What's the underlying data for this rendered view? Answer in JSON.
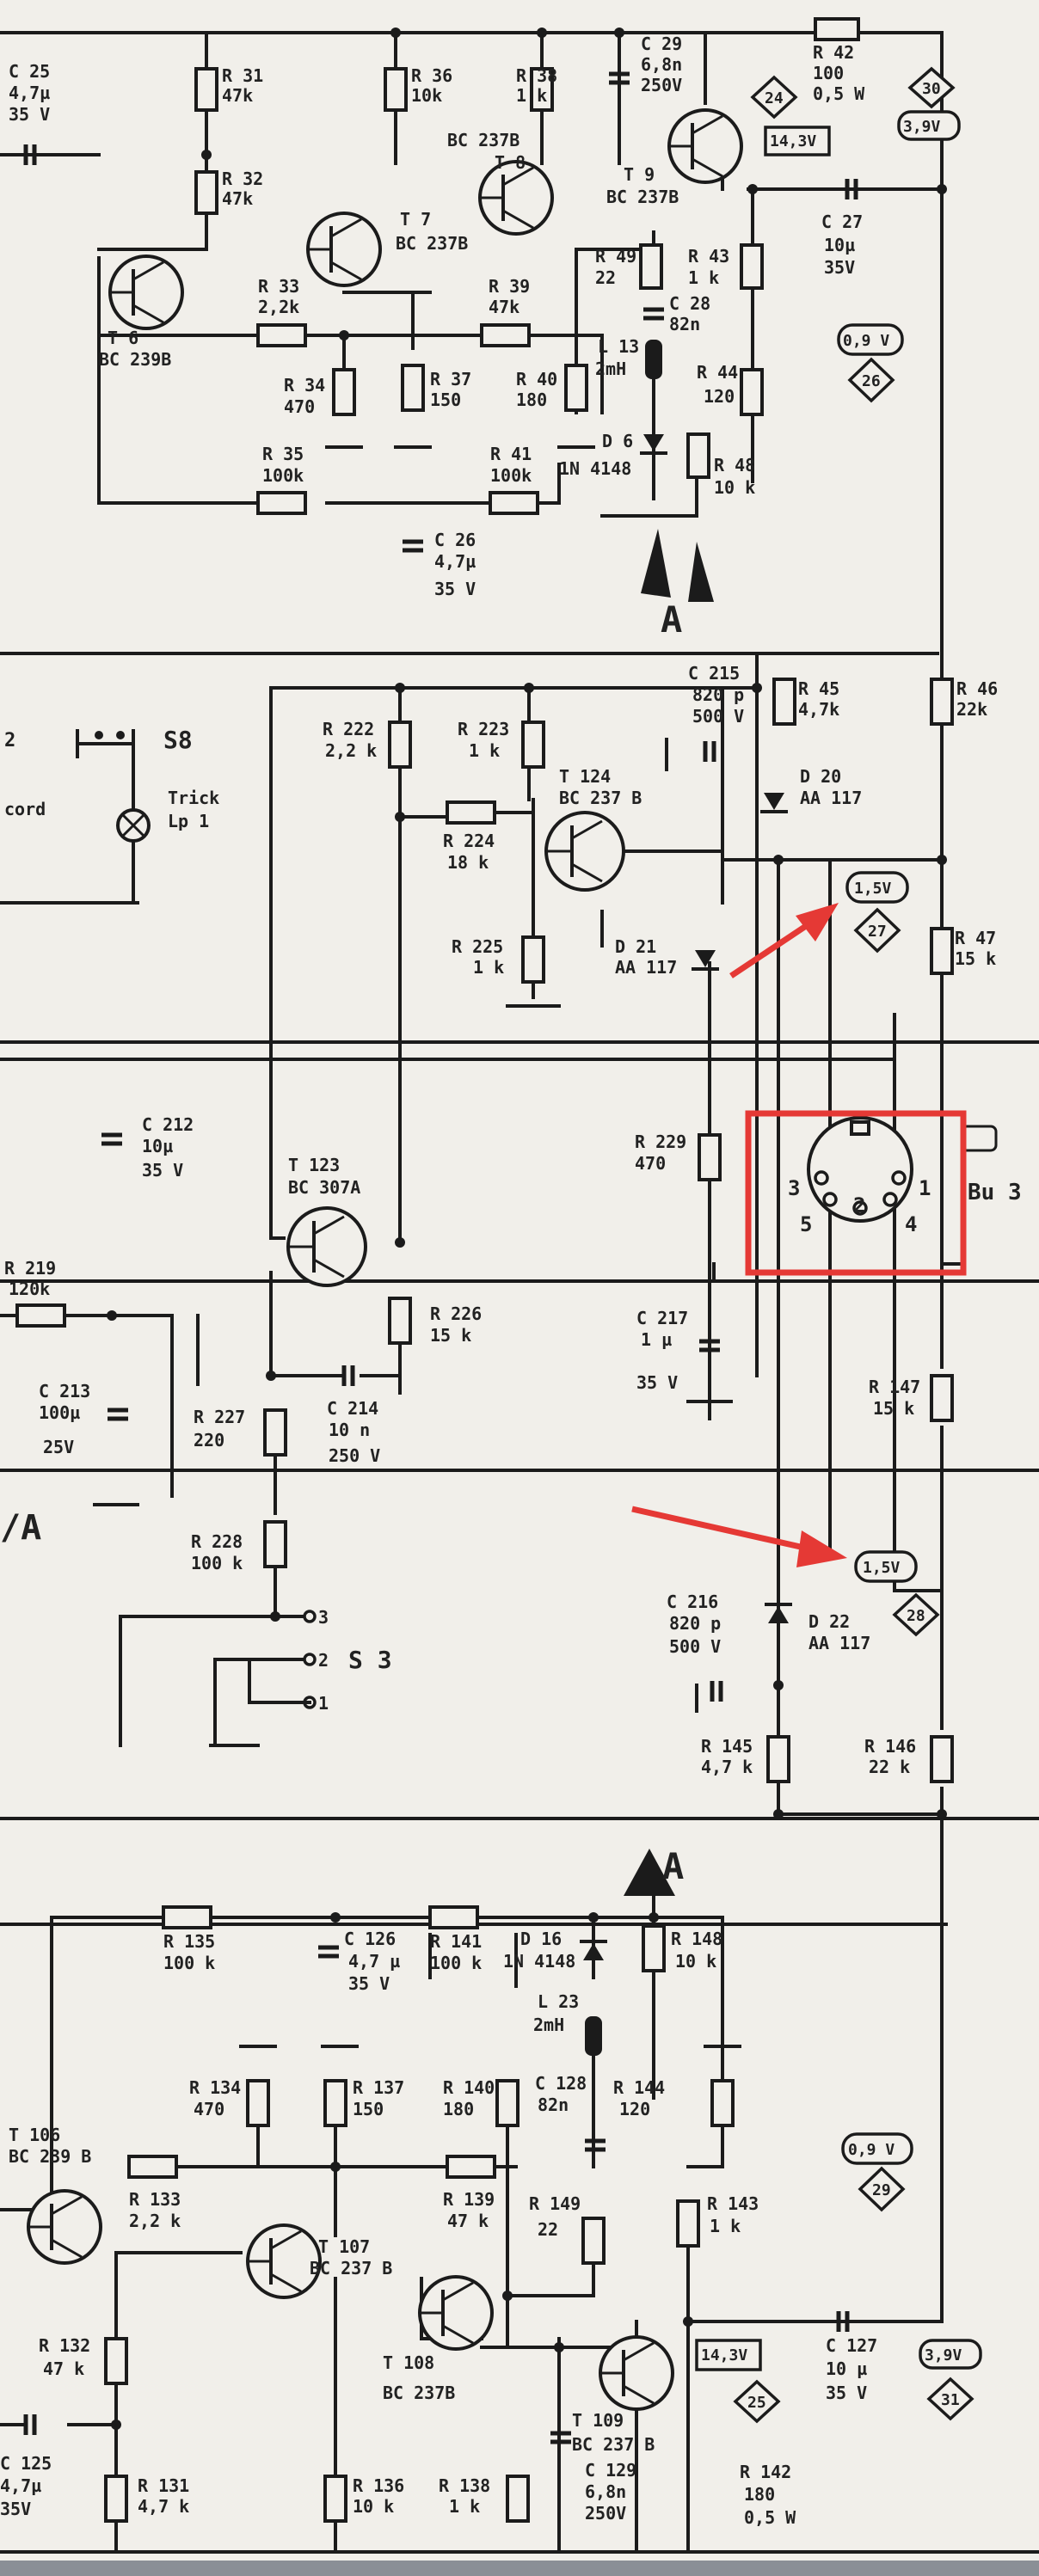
{
  "components": {
    "c25": [
      "C 25",
      "4,7µ",
      "35 V"
    ],
    "r31": [
      "R 31",
      "47k"
    ],
    "r32": [
      "R 32",
      "47k"
    ],
    "r36": [
      "R 36",
      "10k"
    ],
    "r38": [
      "R 38",
      "1 k"
    ],
    "c29": [
      "C 29",
      "6,8n",
      "250V"
    ],
    "r42": [
      "R 42",
      "100",
      "0,5 W"
    ],
    "t8": [
      "BC 237B",
      "T 8"
    ],
    "t9": [
      "T 9",
      "BC 237B"
    ],
    "t7": [
      "T 7",
      "BC 237B"
    ],
    "t6": [
      "T 6",
      "BC 239B"
    ],
    "r33": [
      "R 33",
      "2,2k"
    ],
    "r39": [
      "R 39",
      "47k"
    ],
    "r49": [
      "R 49",
      "22"
    ],
    "r43": [
      "R 43",
      "1 k"
    ],
    "c28": [
      "C 28",
      "82n"
    ],
    "c27": [
      "C 27",
      "10µ",
      "35V"
    ],
    "r34": [
      "R 34",
      "470"
    ],
    "r37": [
      "R 37",
      "150"
    ],
    "r40": [
      "R 40",
      "180"
    ],
    "l13": [
      "L 13",
      "2mH"
    ],
    "r44": [
      "R 44",
      "120"
    ],
    "d6": [
      "D 6",
      "1N 4148"
    ],
    "r48": [
      "R 48",
      "10 k"
    ],
    "r35": [
      "R 35",
      "100k"
    ],
    "r41": [
      "R 41",
      "100k"
    ],
    "c26": [
      "C 26",
      "4,7µ",
      "35 V"
    ],
    "c215": [
      "C 215",
      "820 p",
      "500 V"
    ],
    "r45": [
      "R 45",
      "4,7k"
    ],
    "r46": [
      "R 46",
      "22k"
    ],
    "r222": [
      "R 222",
      "2,2 k"
    ],
    "r223": [
      "R 223",
      "1 k"
    ],
    "t124": [
      "T 124",
      "BC 237 B"
    ],
    "d20": [
      "D 20",
      "AA 117"
    ],
    "r224": [
      "R 224",
      "18 k"
    ],
    "r225": [
      "R 225",
      "1 k"
    ],
    "d21": [
      "D 21",
      "AA 117"
    ],
    "r47": [
      "R 47",
      "15 k"
    ],
    "s8": [
      "S8"
    ],
    "lp1": [
      "Trick",
      "Lp 1"
    ],
    "c212": [
      "C 212",
      "10µ",
      "35 V"
    ],
    "t123": [
      "T 123",
      "BC 307A"
    ],
    "r229": [
      "R 229",
      "470"
    ],
    "r219": [
      "R 219",
      "120k"
    ],
    "r226": [
      "R 226",
      "15 k"
    ],
    "c217": [
      "C 217",
      "1 µ",
      "35 V"
    ],
    "r147": [
      "R 147",
      "15 k"
    ],
    "c213": [
      "C 213",
      "100µ",
      "25V"
    ],
    "r227": [
      "R 227",
      "220"
    ],
    "c214": [
      "C 214",
      "10 n",
      "250 V"
    ],
    "r228": [
      "R 228",
      "100 k"
    ],
    "s3": [
      "S 3"
    ],
    "c216": [
      "C 216",
      "820 p",
      "500 V"
    ],
    "d22": [
      "D 22",
      "AA 117"
    ],
    "r145": [
      "R 145",
      "4,7 k"
    ],
    "r146": [
      "R 146",
      "22 k"
    ],
    "r135": [
      "R 135",
      "100 k"
    ],
    "c126": [
      "C 126",
      "4,7 µ",
      "35 V"
    ],
    "r141": [
      "R 141",
      "100 k"
    ],
    "d16": [
      "D 16",
      "1N 4148"
    ],
    "r148": [
      "R 148",
      "10 k"
    ],
    "l23": [
      "L 23",
      "2mH"
    ],
    "r134": [
      "R 134",
      "470"
    ],
    "r137": [
      "R 137",
      "150"
    ],
    "r140": [
      "R 140",
      "180"
    ],
    "c128": [
      "C 128",
      "82n"
    ],
    "r144": [
      "R 144",
      "120"
    ],
    "t106": [
      "T 106",
      "BC 239 B"
    ],
    "r133": [
      "R 133",
      "2,2 k"
    ],
    "r139": [
      "R 139",
      "47 k"
    ],
    "r149": [
      "R 149",
      "22"
    ],
    "r143": [
      "R 143",
      "1 k"
    ],
    "t107": [
      "T 107",
      "BC 237 B"
    ],
    "t108": [
      "T 108",
      "BC 237B"
    ],
    "r132": [
      "R 132",
      "47 k"
    ],
    "t109": [
      "T 109",
      "BC 237 B"
    ],
    "c127": [
      "C 127",
      "10 µ",
      "35 V"
    ],
    "c125": [
      "C 125",
      "4,7µ",
      "35V"
    ],
    "r131": [
      "R 131",
      "4,7 k"
    ],
    "r136": [
      "R 136",
      "10 k"
    ],
    "r138": [
      "R 138",
      "1 k"
    ],
    "c129": [
      "C 129",
      "6,8n",
      "250V"
    ],
    "r142": [
      "R 142",
      "180",
      "0,5 W"
    ]
  },
  "voltages": {
    "v14_3_top": "14,3V",
    "v3_9_top": "3,9V",
    "v0_9_top": "0,9 V",
    "v1_5_a": "1,5V",
    "v1_5_b": "1,5V",
    "v0_9_bot": "0,9 V",
    "v14_3_bot": "14,3V",
    "v3_9_bot": "3,9V"
  },
  "test_points": {
    "tp24": "24",
    "tp30": "30",
    "tp26": "26",
    "tp27": "27",
    "tp28": "28",
    "tp29": "29",
    "tp25": "25",
    "tp31": "31"
  },
  "connector": {
    "name": "Bu 3",
    "pins": [
      "3",
      "1",
      "5",
      "2",
      "4"
    ]
  },
  "switch_s3_positions": [
    "3",
    "2",
    "1"
  ],
  "node_labels": {
    "a_top": "A",
    "a_bottom": "A",
    "a_left": "/A",
    "edge_2": "2",
    "edge_cord": "cord"
  },
  "highlight": {
    "color": "#e53935"
  },
  "arrows": {
    "color": "#e53935"
  }
}
